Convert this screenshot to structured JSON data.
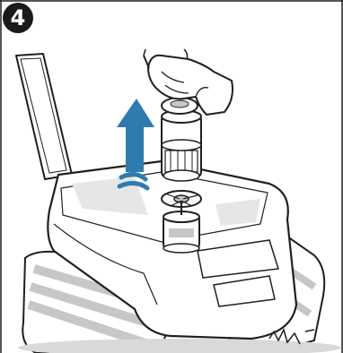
{
  "step": {
    "number": "4"
  },
  "colors": {
    "background": "#ffffff",
    "badge": "#1a1a1a",
    "badge_text": "#ffffff",
    "arrow": "#2e7bb0",
    "outline": "#1f1f1f",
    "shadow": "#d9d9d9",
    "panel_gray": "#c7c7c7"
  },
  "icons": {
    "step_badge": "number-circle",
    "arrow": "upward-arrow",
    "hand": "hand-holding-filter"
  }
}
